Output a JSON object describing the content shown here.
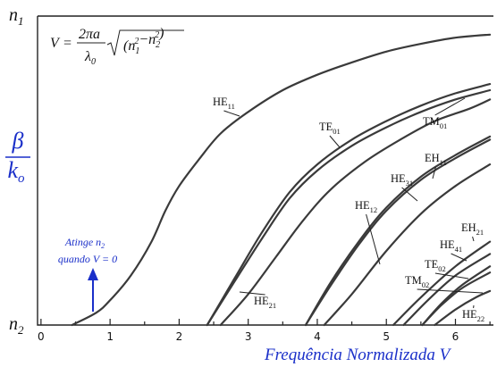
{
  "chart_data": {
    "type": "line",
    "title": "",
    "formula": {
      "lhs": "V",
      "num": "2πa",
      "den": "λ",
      "den_sub": "0",
      "radicand": [
        "n",
        "1",
        "2",
        "n",
        "2",
        "2"
      ]
    },
    "ylabel": {
      "numerator": "β",
      "denominator": "k",
      "denominator_sub": "o"
    },
    "xlabel": "Frequência Normalizada V",
    "y_tick_labels": [
      {
        "base": "n",
        "sub": "1",
        "value": 1
      },
      {
        "base": "n",
        "sub": "2",
        "value": 0
      }
    ],
    "xlim": [
      -0.05,
      6.55
    ],
    "ylim": [
      0,
      1
    ],
    "x_ticks": [
      0,
      1,
      2,
      3,
      4,
      5,
      6
    ],
    "annotation": {
      "lines": [
        "Atinge n",
        "quando V = 0"
      ],
      "sub": "2",
      "color": "#1a2fc9"
    },
    "series": [
      {
        "name": "HE11",
        "label_base": "HE",
        "label_sub": "11",
        "x": [
          0.45,
          0.8,
          1.0,
          1.3,
          1.6,
          1.8,
          2.0,
          2.3,
          2.6,
          3.0,
          3.5,
          4.0,
          4.5,
          5.0,
          5.5,
          6.0,
          6.5
        ],
        "y": [
          0.0,
          0.04,
          0.08,
          0.16,
          0.27,
          0.37,
          0.45,
          0.54,
          0.62,
          0.69,
          0.76,
          0.81,
          0.85,
          0.885,
          0.91,
          0.93,
          0.94
        ]
      },
      {
        "name": "TE01",
        "label_base": "TE",
        "label_sub": "01",
        "x": [
          2.405,
          2.8,
          3.2,
          3.6,
          4.0,
          4.5,
          5.0,
          5.5,
          6.0,
          6.5
        ],
        "y": [
          0.0,
          0.14,
          0.28,
          0.41,
          0.5,
          0.58,
          0.64,
          0.69,
          0.73,
          0.76
        ]
      },
      {
        "name": "TM01",
        "label_base": "TM",
        "label_sub": "01",
        "x": [
          2.405,
          2.8,
          3.2,
          3.6,
          4.0,
          4.5,
          5.0,
          5.5,
          6.0,
          6.5
        ],
        "y": [
          0.0,
          0.15,
          0.3,
          0.43,
          0.52,
          0.6,
          0.66,
          0.71,
          0.75,
          0.78
        ]
      },
      {
        "name": "HE21",
        "label_base": "HE",
        "label_sub": "21",
        "x": [
          2.6,
          3.0,
          3.4,
          3.8,
          4.2,
          4.7,
          5.2,
          5.7,
          6.2,
          6.5
        ],
        "y": [
          0.0,
          0.1,
          0.22,
          0.34,
          0.44,
          0.53,
          0.6,
          0.66,
          0.7,
          0.73
        ]
      },
      {
        "name": "EH11",
        "label_base": "EH",
        "label_sub": "11",
        "x": [
          3.832,
          4.2,
          4.6,
          5.0,
          5.5,
          6.0,
          6.5
        ],
        "y": [
          0.0,
          0.14,
          0.27,
          0.38,
          0.48,
          0.55,
          0.61
        ]
      },
      {
        "name": "HE31",
        "label_base": "HE",
        "label_sub": "31",
        "x": [
          3.832,
          4.2,
          4.6,
          5.0,
          5.5,
          6.0,
          6.5
        ],
        "y": [
          0.0,
          0.13,
          0.26,
          0.37,
          0.47,
          0.54,
          0.6
        ]
      },
      {
        "name": "HE12",
        "label_base": "HE",
        "label_sub": "12",
        "x": [
          4.1,
          4.5,
          5.0,
          5.5,
          6.0,
          6.5
        ],
        "y": [
          0.0,
          0.1,
          0.24,
          0.36,
          0.45,
          0.52
        ]
      },
      {
        "name": "EH21",
        "label_base": "EH",
        "label_sub": "21",
        "x": [
          5.1,
          5.5,
          6.0,
          6.5
        ],
        "y": [
          0.0,
          0.09,
          0.19,
          0.27
        ]
      },
      {
        "name": "HE41",
        "label_base": "HE",
        "label_sub": "41",
        "x": [
          5.25,
          5.6,
          6.0,
          6.5
        ],
        "y": [
          0.0,
          0.08,
          0.16,
          0.23
        ]
      },
      {
        "name": "TE02",
        "label_base": "TE",
        "label_sub": "02",
        "x": [
          5.52,
          5.8,
          6.1,
          6.5
        ],
        "y": [
          0.0,
          0.07,
          0.13,
          0.19
        ]
      },
      {
        "name": "TM02",
        "label_base": "TM",
        "label_sub": "02",
        "x": [
          5.52,
          5.8,
          6.1,
          6.5
        ],
        "y": [
          0.0,
          0.065,
          0.12,
          0.17
        ]
      },
      {
        "name": "HE22",
        "label_base": "HE",
        "label_sub": "22",
        "x": [
          5.7,
          6.0,
          6.3,
          6.5
        ],
        "y": [
          0.0,
          0.05,
          0.09,
          0.11
        ]
      }
    ]
  }
}
